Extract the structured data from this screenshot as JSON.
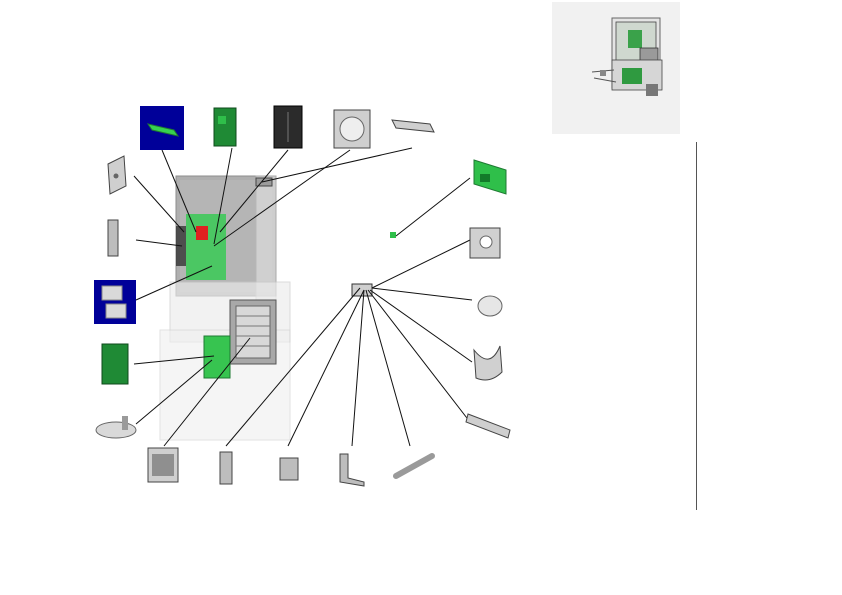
{
  "colors": {
    "pcb_green": "#2fbf4a",
    "pcb_dark": "#1f7a33",
    "highlight_blue": "#000099",
    "highlight_red": "#e02020",
    "metal": "#c9c9c9",
    "metal_dark": "#7a7a7a",
    "leader": "#111111",
    "panel_frame": "#d9d9d9",
    "divider": "#555555"
  },
  "parts": [
    {
      "name": "memory-module-callout",
      "icon": "memory-module-icon"
    },
    {
      "name": "small-green-board-callout",
      "icon": "pcb-icon"
    },
    {
      "name": "dark-cover-callout",
      "icon": "cover-plate-icon"
    },
    {
      "name": "fan-housing-callout",
      "icon": "fan-housing-icon"
    },
    {
      "name": "bracket-top-right-callout",
      "icon": "bracket-icon"
    },
    {
      "name": "side-plate-callout",
      "icon": "plate-icon"
    },
    {
      "name": "latch-callout",
      "icon": "latch-icon"
    },
    {
      "name": "heatsink-pair-callout",
      "icon": "heatsink-icon"
    },
    {
      "name": "green-card-callout",
      "icon": "pcb-icon"
    },
    {
      "name": "base-plate-callout",
      "icon": "base-plate-icon"
    },
    {
      "name": "cage-callout",
      "icon": "cage-icon"
    },
    {
      "name": "hinge-bracket-callout",
      "icon": "hinge-icon"
    },
    {
      "name": "connector-block-callout",
      "icon": "connector-icon"
    },
    {
      "name": "l-bracket-callout",
      "icon": "l-bracket-icon"
    },
    {
      "name": "rod-callout",
      "icon": "rod-icon"
    },
    {
      "name": "arm-callout",
      "icon": "arm-icon"
    },
    {
      "name": "cam-plate-callout",
      "icon": "cam-icon"
    },
    {
      "name": "roller-callout",
      "icon": "roller-icon"
    },
    {
      "name": "square-plate-callout",
      "icon": "square-plate-icon"
    },
    {
      "name": "interface-board-callout",
      "icon": "pcb-icon"
    }
  ]
}
